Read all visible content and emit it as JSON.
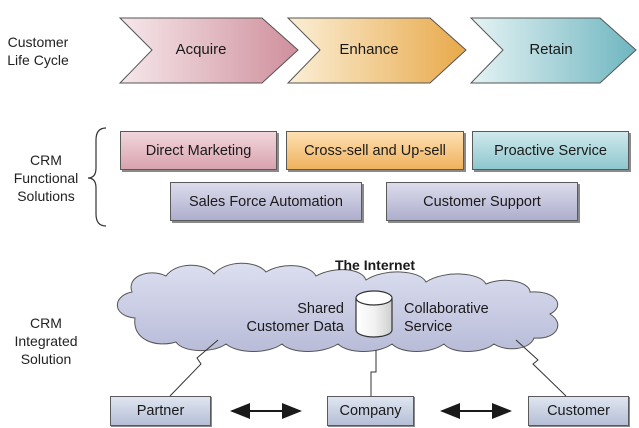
{
  "lifecycle": {
    "label_line1": "Customer",
    "label_line2": "Life Cycle",
    "stages": [
      "Acquire",
      "Enhance",
      "Retain"
    ]
  },
  "functional": {
    "label_line1": "CRM",
    "label_line2": "Functional",
    "label_line3": "Solutions",
    "row1": [
      "Direct Marketing",
      "Cross-sell and Up-sell",
      "Proactive Service"
    ],
    "row2": [
      "Sales Force Automation",
      "Customer Support"
    ]
  },
  "integrated": {
    "label_line1": "CRM",
    "label_line2": "Integrated",
    "label_line3": "Solution",
    "internet_title": "The Internet",
    "shared_line1": "Shared",
    "shared_line2": "Customer Data",
    "collab_line1": "Collaborative",
    "collab_line2": "Service",
    "nodes": [
      "Partner",
      "Company",
      "Customer"
    ]
  },
  "colors": {
    "acquire": "#e2b8c0",
    "enhance": "#f2cd8e",
    "retain": "#a9d6db",
    "direct_marketing": "#e6bcc6",
    "cross_sell": "#f7ca86",
    "proactive": "#a9d8dd",
    "sales_force": "#c4c4dc",
    "customer_support": "#c4c4dc",
    "cloud": "#c9cbe2",
    "node": "#c5cde0"
  }
}
